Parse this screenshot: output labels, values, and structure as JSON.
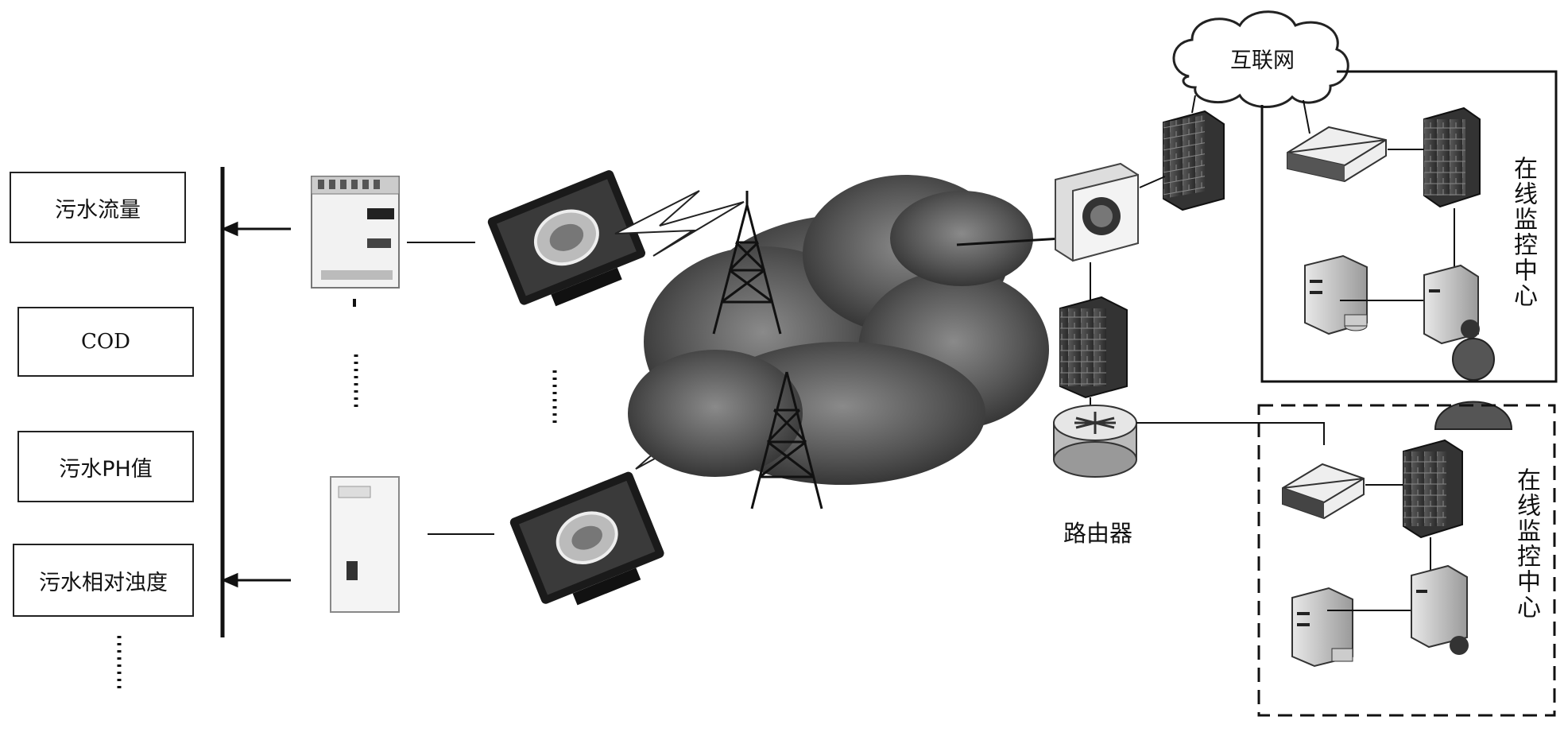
{
  "labels": {
    "sewage_flow": "污水流量",
    "cod": "COD",
    "ph": "污水PH值",
    "turbidity": "污水相对浊度"
  },
  "internet": "互联网",
  "router": "路由器",
  "monitor_center_1": "在线监控中心",
  "monitor_center_2": "在线监控中心",
  "colors": {
    "line": "#1a1a1a",
    "cloud_dark": "#3a3a3a",
    "device": "#6a6a6a"
  }
}
